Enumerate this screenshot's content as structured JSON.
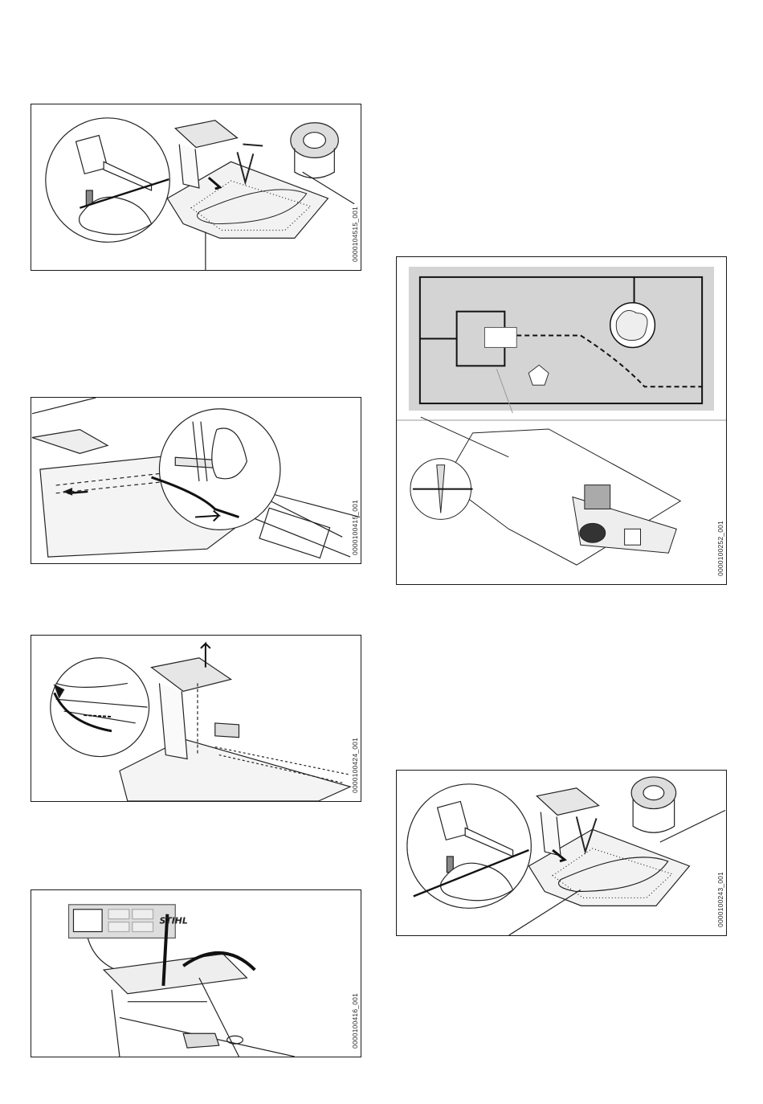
{
  "figures": [
    {
      "id": "fig-1",
      "code": "0000104515_001",
      "content": "pliers, hammer and wire spool at docking station"
    },
    {
      "id": "fig-2",
      "code": "0000100415_001",
      "content": "wire routed into base plate channel"
    },
    {
      "id": "fig-3",
      "code": "0000100424_001",
      "content": "wire pushed up through docking station"
    },
    {
      "id": "fig-4",
      "code": "0000100416_001",
      "content": "wire connected at docking station terminal",
      "label": "STIHL"
    },
    {
      "id": "fig-5",
      "code": "0000100252_001",
      "content": "garden plan with boundary wire and docking station"
    },
    {
      "id": "fig-6",
      "code": "0000100243_001",
      "content": "pliers, hammer and wire spool at docking station"
    }
  ]
}
